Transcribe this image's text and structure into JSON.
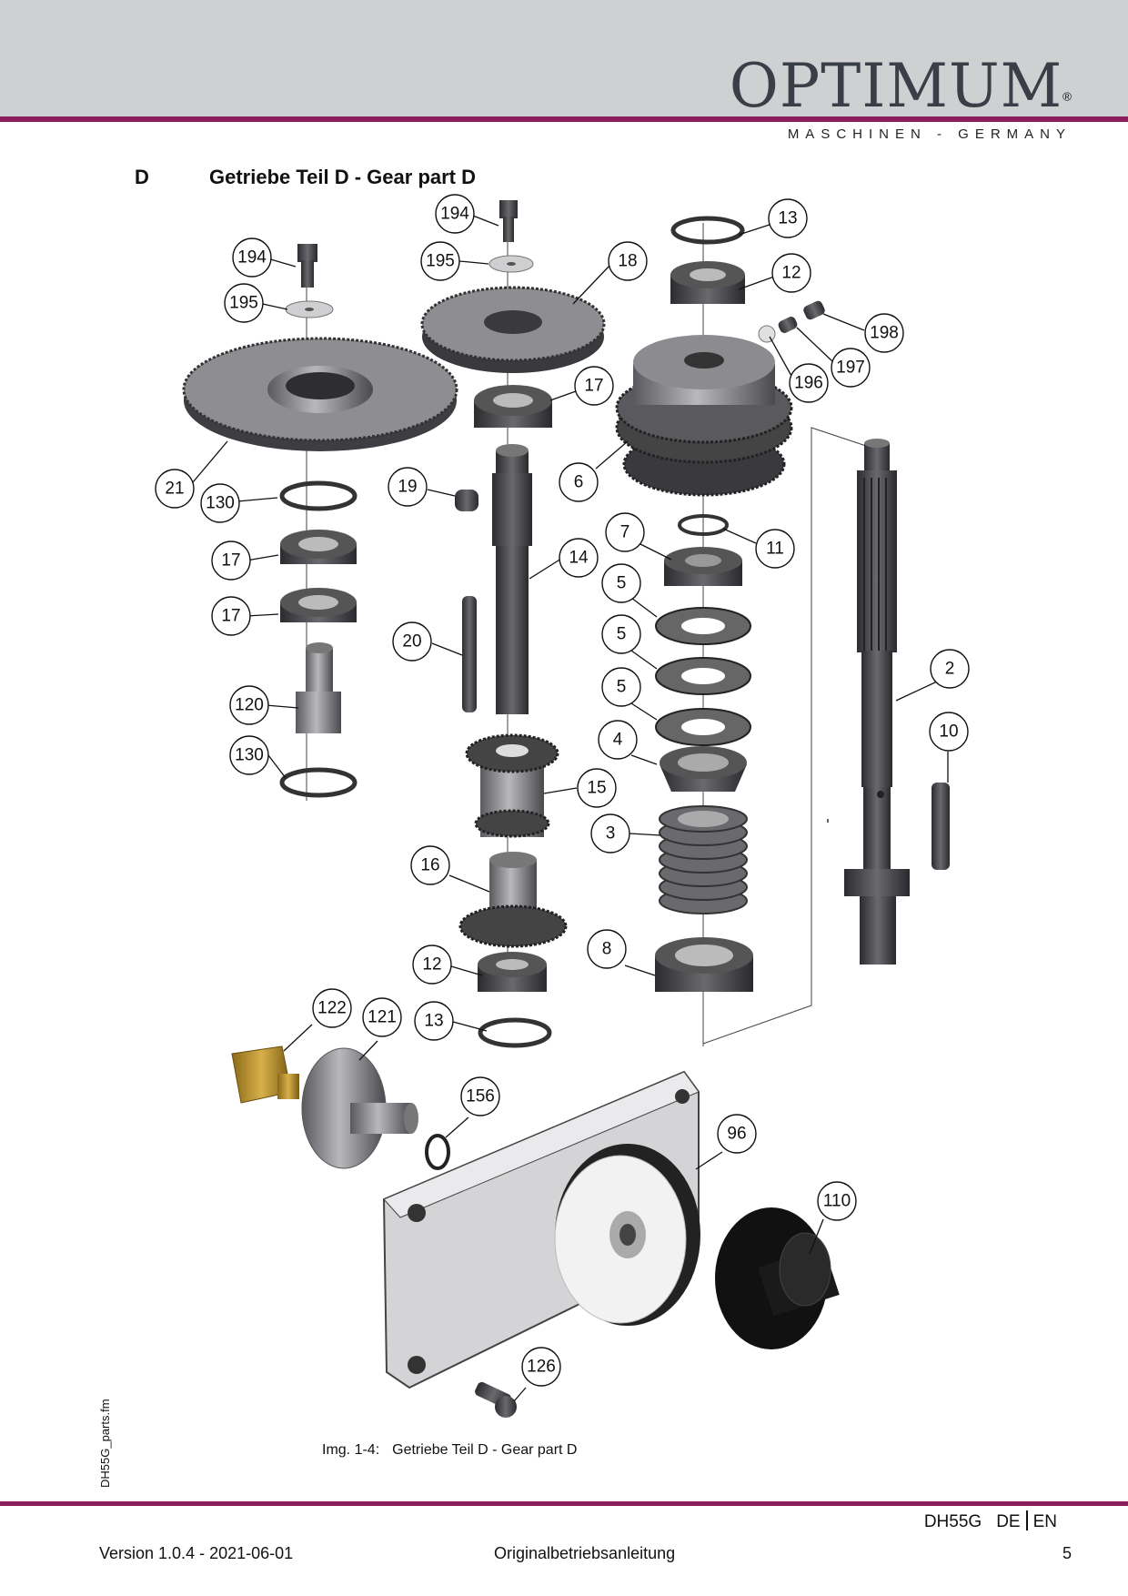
{
  "header": {
    "logo_text": "OPTIMUM",
    "logo_mark": "®",
    "logo_subtitle": "MASCHINEN - GERMANY",
    "accent_color": "#8a1d5a"
  },
  "section": {
    "letter": "D",
    "title": "Getriebe Teil D - Gear part D"
  },
  "diagram": {
    "part_labels": [
      "194",
      "195",
      "21",
      "130",
      "17",
      "17",
      "120",
      "130",
      "194",
      "195",
      "18",
      "17",
      "19",
      "14",
      "20",
      "15",
      "16",
      "12",
      "13",
      "13",
      "12",
      "198",
      "197",
      "196",
      "6",
      "11",
      "7",
      "5",
      "5",
      "5",
      "4",
      "3",
      "8",
      "2",
      "10",
      "122",
      "121",
      "156",
      "96",
      "110",
      "126"
    ]
  },
  "caption": {
    "label": "Img. 1-4:",
    "text": "Getriebe Teil D - Gear part D"
  },
  "side_file": "DH55G_parts.fm",
  "footer": {
    "model": "DH55G",
    "lang_de": "DE",
    "lang_en": "EN",
    "version": "Version 1.0.4 - 2021-06-01",
    "doc_type": "Originalbetriebsanleitung",
    "page_number": "5"
  }
}
